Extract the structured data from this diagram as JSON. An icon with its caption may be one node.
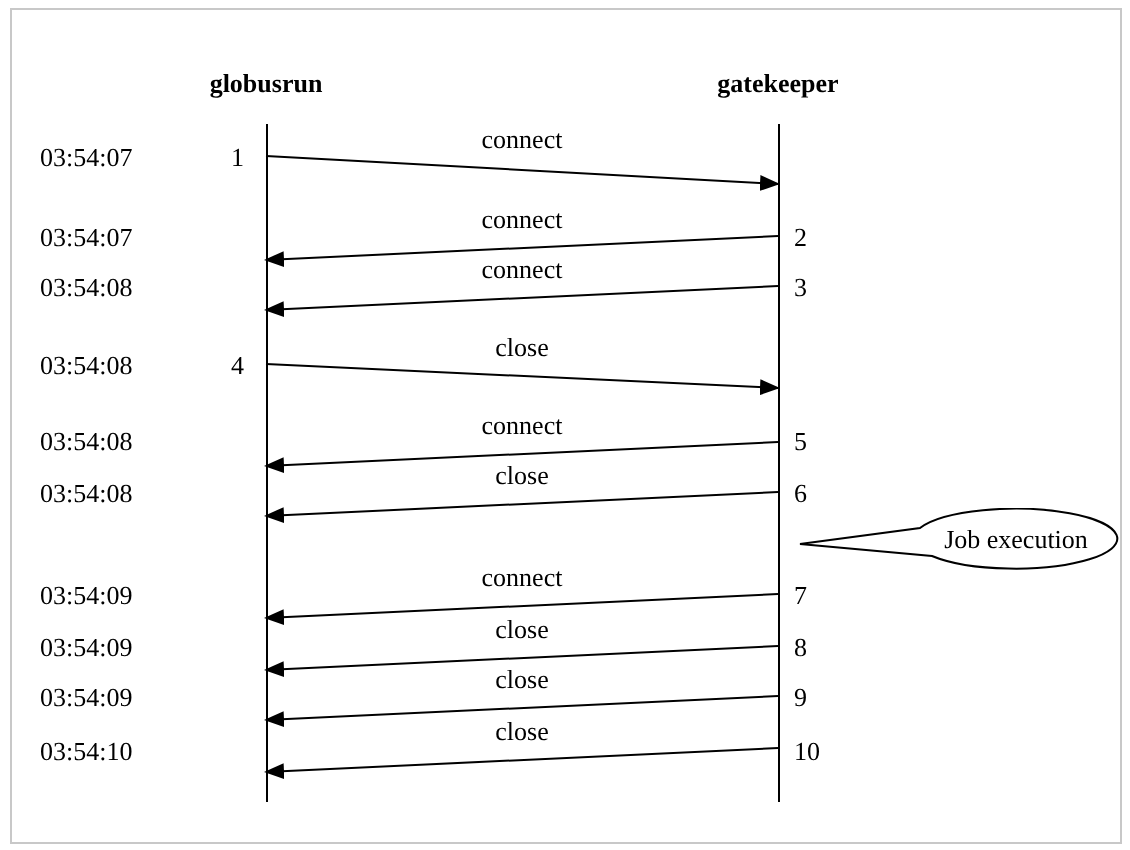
{
  "diagram": {
    "nodes": [
      {
        "text": [
          "globusrun"
        ]
      },
      {
        "text": [
          "gatekeeper"
        ]
      },
      {
        "text": [
          "Job execution"
        ]
      }
    ],
    "edges": [
      {
        "from": 0,
        "to": 1,
        "arrow": "to",
        "label": "connect"
      },
      {
        "from": 1,
        "to": 0,
        "arrow": "to",
        "label": "connect"
      },
      {
        "from": 1,
        "to": 0,
        "arrow": "to",
        "label": "connect"
      },
      {
        "from": 0,
        "to": 1,
        "arrow": "to",
        "label": "close"
      },
      {
        "from": 1,
        "to": 0,
        "arrow": "to",
        "label": "connect"
      },
      {
        "from": 1,
        "to": 0,
        "arrow": "to",
        "label": "close"
      },
      {
        "from": 1,
        "to": 0,
        "arrow": "to",
        "label": "connect"
      },
      {
        "from": 1,
        "to": 0,
        "arrow": "to",
        "label": "close"
      },
      {
        "from": 1,
        "to": 0,
        "arrow": "to",
        "label": "close"
      },
      {
        "from": 1,
        "to": 0,
        "arrow": "to",
        "label": "close"
      }
    ],
    "labels": [
      "03:54:07",
      "1",
      "03:54:07",
      "2",
      "03:54:08",
      "3",
      "03:54:08",
      "4",
      "03:54:08",
      "5",
      "03:54:08",
      "6",
      "03:54:09",
      "7",
      "03:54:09",
      "8",
      "03:54:09",
      "9",
      "03:54:10",
      "10"
    ]
  }
}
